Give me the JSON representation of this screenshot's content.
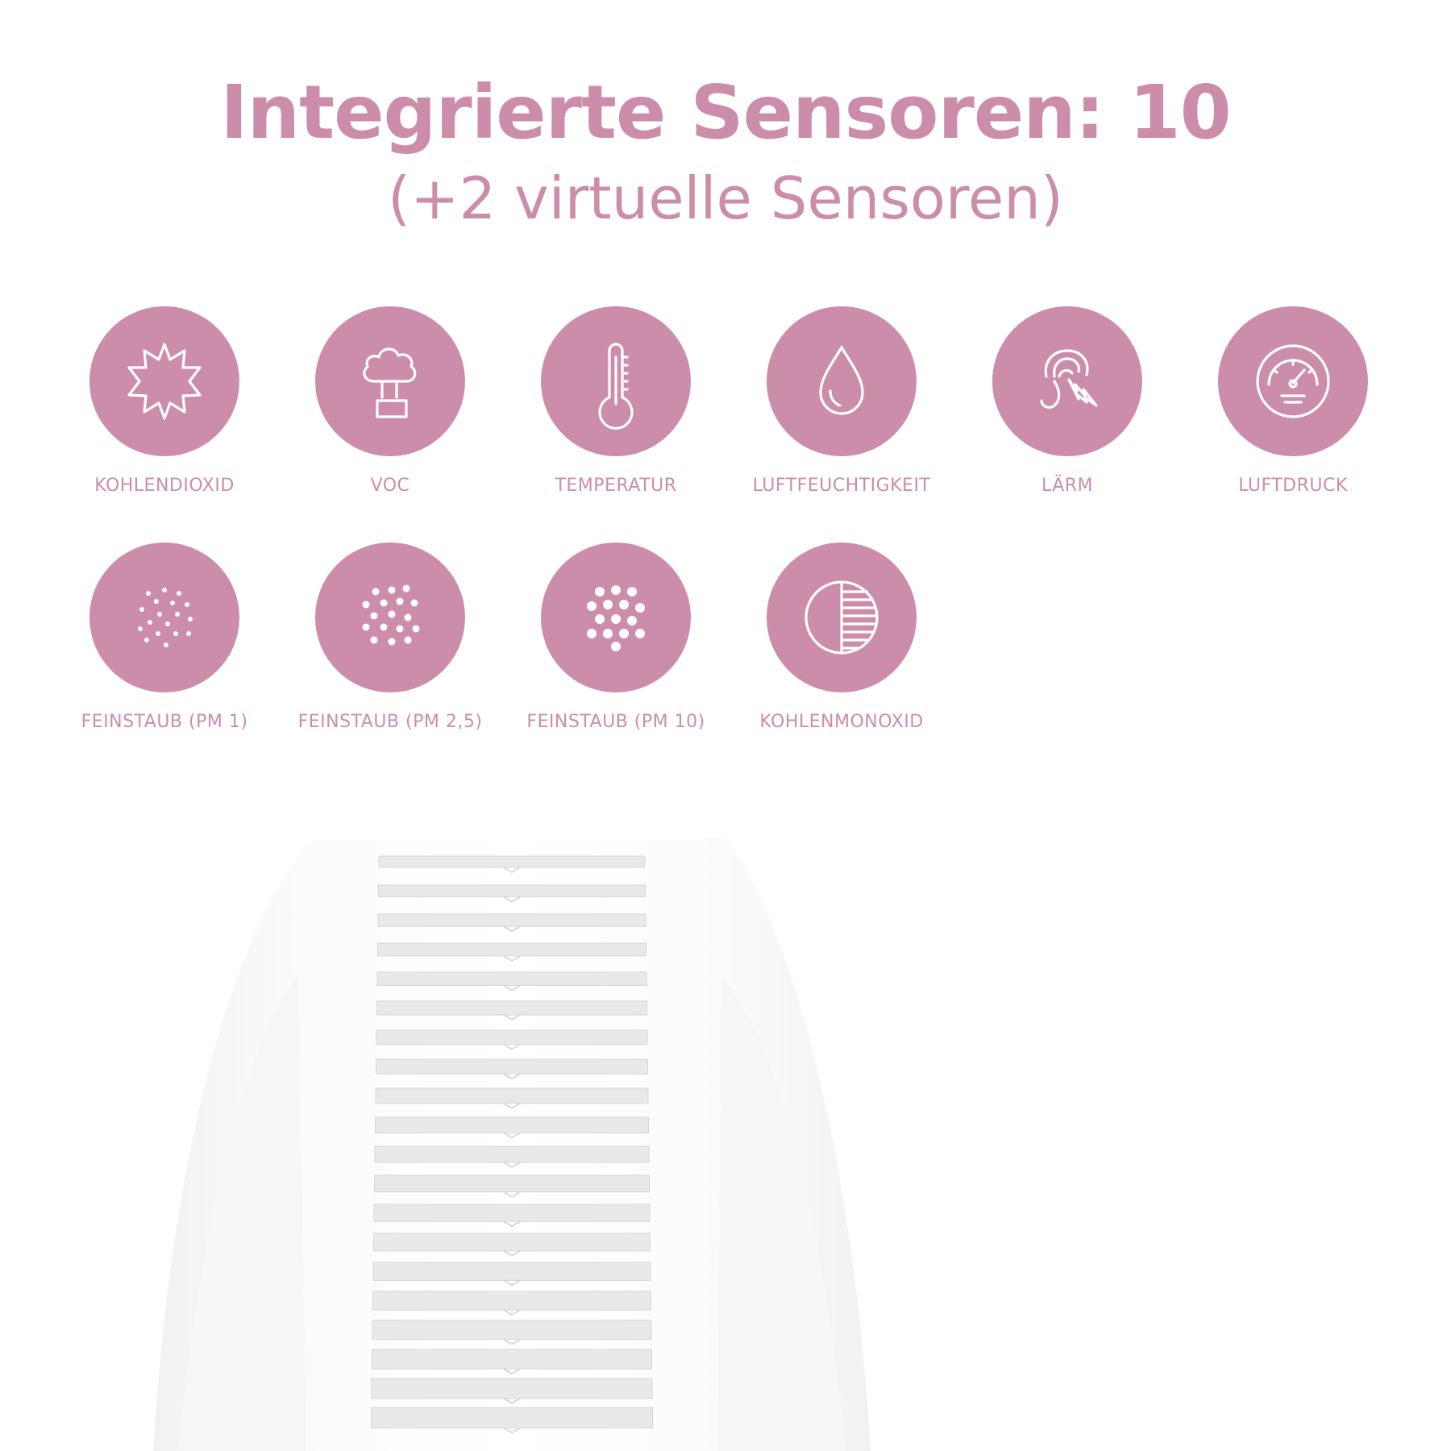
{
  "heading": {
    "title": "Integrierte Sensoren: 10",
    "subtitle": "(+2 virtuelle Sensoren)"
  },
  "colors": {
    "accent": "#cc8dab",
    "icon_stroke": "#ffffff",
    "device": "#f4f4f4"
  },
  "sensors": [
    {
      "label": "KOHLENDIOXID",
      "icon": "starburst-icon"
    },
    {
      "label": "VOC",
      "icon": "cloud-box-icon"
    },
    {
      "label": "TEMPERATUR",
      "icon": "thermometer-icon"
    },
    {
      "label": "LUFTFEUCHTIGKEIT",
      "icon": "droplet-icon"
    },
    {
      "label": "LÄRM",
      "icon": "ear-lightning-icon"
    },
    {
      "label": "LUFTDRUCK",
      "icon": "gauge-icon"
    },
    {
      "label": "FEINSTAUB (PM 1)",
      "icon": "fine-dots-icon"
    },
    {
      "label": "FEINSTAUB (PM 2,5)",
      "icon": "medium-dots-icon"
    },
    {
      "label": "FEINSTAUB (PM 10)",
      "icon": "large-dots-icon"
    },
    {
      "label": "KOHLENMONOXID",
      "icon": "half-striped-circle-icon"
    }
  ]
}
